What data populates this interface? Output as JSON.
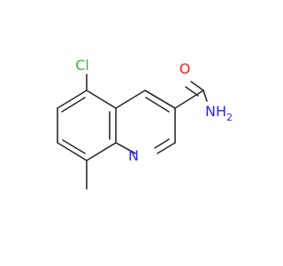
{
  "molecule": {
    "atoms": {
      "chlorine": {
        "text": "Cl",
        "color": "#3cb43c"
      },
      "oxygen": {
        "text": "O",
        "color": "#ff1a1a"
      },
      "nitrogen_amide": {
        "text": "NH",
        "subscript": "2",
        "color": "#2626ff"
      },
      "nitrogen_ring": {
        "text": "N",
        "color": "#2626ff"
      }
    },
    "bond_color": "#2b2b2b"
  }
}
